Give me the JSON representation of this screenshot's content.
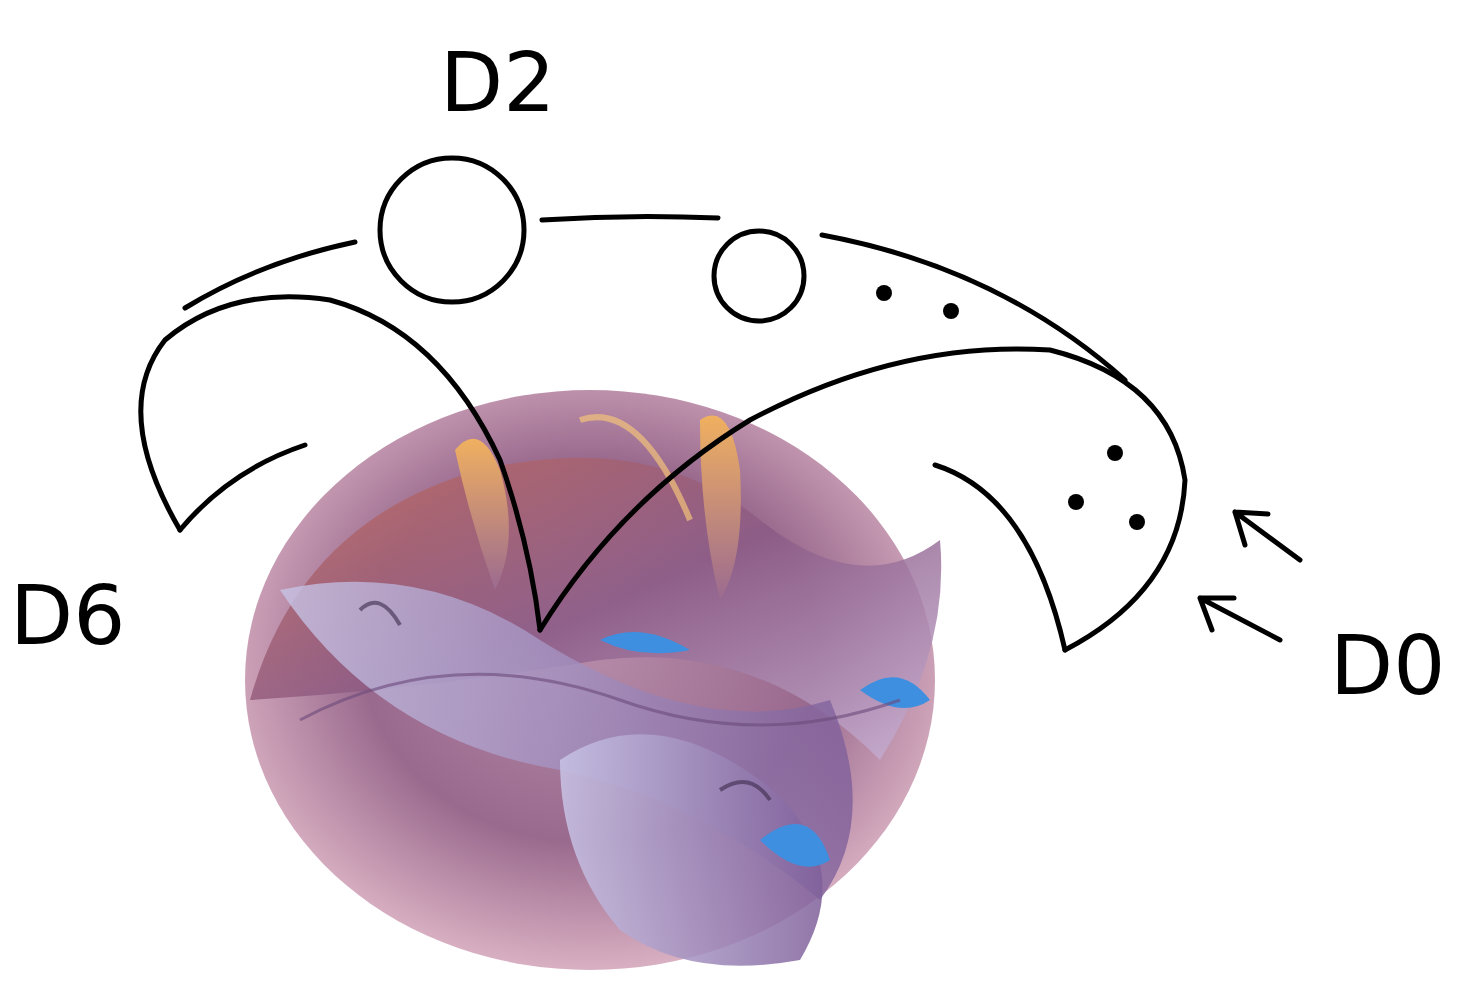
{
  "diagram": {
    "labels": [
      "D2",
      "D6",
      "D0"
    ]
  }
}
